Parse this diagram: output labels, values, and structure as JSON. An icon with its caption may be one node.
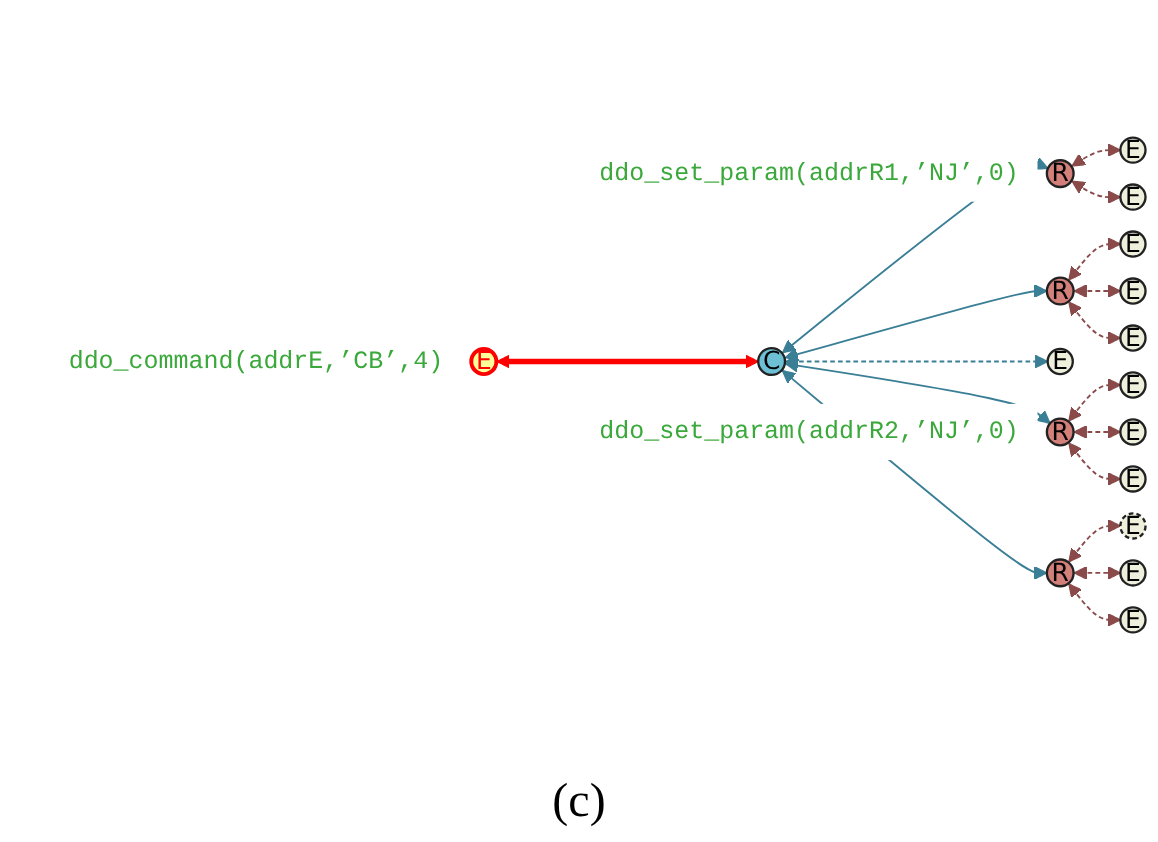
{
  "diagram": {
    "caption": "(c)",
    "nodes": [
      {
        "text": [
          "E"
        ]
      },
      {
        "text": [
          "E"
        ]
      },
      {
        "text": [
          "E"
        ]
      },
      {
        "text": [
          "E"
        ]
      },
      {
        "text": [
          "R"
        ],
        "beside": [
          "ddo_set_param(addrR1,’NJ’,0)"
        ]
      },
      {
        "text": [
          "R"
        ]
      },
      {
        "text": [
          "E"
        ],
        "beside": [
          "ddo_command(addrE,’CB’,4)"
        ]
      },
      {
        "text": [
          "E"
        ]
      },
      {
        "text": [
          "C"
        ]
      },
      {
        "text": [
          "E"
        ]
      },
      {
        "text": [
          "E"
        ]
      },
      {
        "text": [
          "E"
        ]
      },
      {
        "text": [
          "E"
        ]
      },
      {
        "text": [
          "R"
        ],
        "beside": [
          "ddo_set_param(addrR2,’NJ’,0)"
        ]
      },
      {
        "text": [
          "R"
        ]
      },
      {
        "text": [
          "E"
        ]
      },
      {
        "text": [
          "E"
        ]
      },
      {
        "text": [
          "E"
        ]
      }
    ],
    "edges": [
      {
        "from": 8,
        "to": 4,
        "arrow": "both",
        "color": "#3a7f96"
      },
      {
        "from": 8,
        "to": 5,
        "arrow": "both",
        "color": "#3a7f96"
      },
      {
        "from": 8,
        "to": 13,
        "arrow": "both",
        "color": "#3a7f96"
      },
      {
        "from": 8,
        "to": 14,
        "arrow": "both",
        "color": "#3a7f96"
      },
      {
        "from": 6,
        "to": 8,
        "arrow": "both",
        "style": "thick",
        "color": "#ff0000"
      },
      {
        "from": 8,
        "to": 11,
        "arrow": "both",
        "style": "dashed",
        "color": "#3a7f96"
      },
      {
        "from": 4,
        "to": 0,
        "arrow": "both",
        "style": "dashed"
      },
      {
        "from": 4,
        "to": 2,
        "arrow": "both",
        "style": "dashed"
      },
      {
        "from": 5,
        "to": 1,
        "arrow": "both",
        "style": "dashed"
      },
      {
        "from": 5,
        "to": 3,
        "arrow": "both",
        "style": "dashed"
      },
      {
        "from": 5,
        "to": 7,
        "arrow": "both",
        "style": "dashed"
      },
      {
        "from": 13,
        "to": 9,
        "arrow": "both",
        "style": "dashed"
      },
      {
        "from": 13,
        "to": 12,
        "arrow": "both",
        "style": "dashed"
      },
      {
        "from": 13,
        "to": 15,
        "arrow": "both",
        "style": "dashed"
      },
      {
        "from": 14,
        "to": 10,
        "arrow": "both",
        "style": "dashed"
      },
      {
        "from": 14,
        "to": 16,
        "arrow": "both",
        "style": "dashed"
      },
      {
        "from": 14,
        "to": 17,
        "arrow": "both",
        "style": "dashed"
      }
    ]
  }
}
